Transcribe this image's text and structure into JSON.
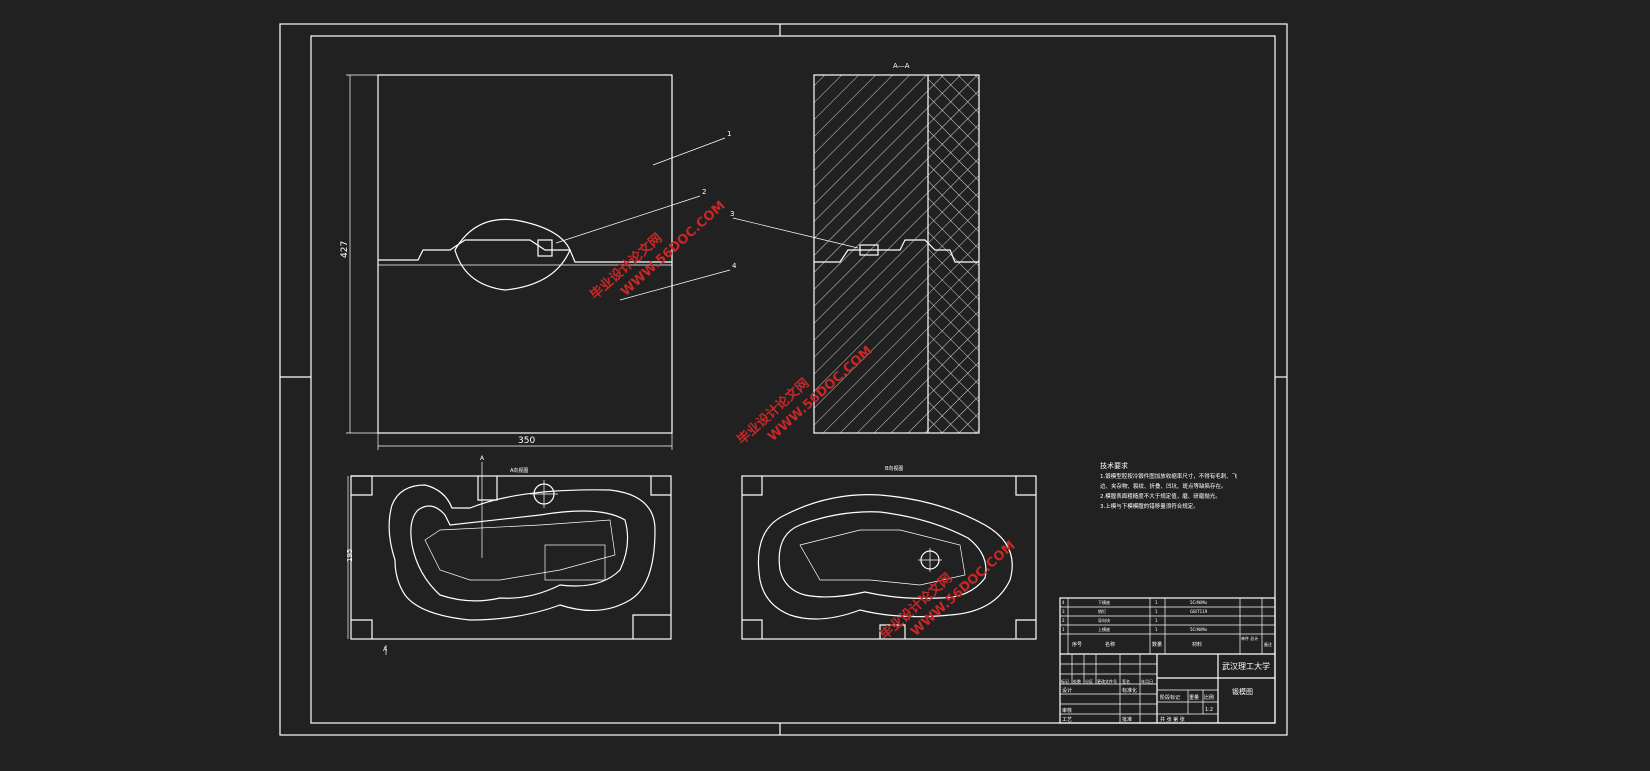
{
  "colors": {
    "background": "#212121",
    "lines": "#ffffff",
    "watermark": "#c62828"
  },
  "drawing": {
    "section_label": "A—A",
    "dim_height_top": "427",
    "dim_width_top": "350",
    "dim_height_bottom": "195",
    "view_label_left": "A向视图",
    "view_label_right": "B向视图",
    "marker_a": "A",
    "leader_1": "1",
    "leader_2": "2",
    "leader_3": "3",
    "leader_4": "4",
    "leader_s1": "1",
    "leader_s3": "3"
  },
  "notes": {
    "title": "技术要求",
    "lines": [
      "1.锻模型腔按冷锻件图加放收缩率尺寸，不得有毛刺、飞",
      "边、夹杂物、裂纹、折叠、凹坑、斑点等缺陷存在。",
      "2.模膛表面粗糙度不大于规定值，磨、研磨抛光。",
      "3.上模与下模模膛的错移量须符合规定。"
    ]
  },
  "title_block": {
    "parts": [
      {
        "no": "4",
        "name": "下模座",
        "qty": "1",
        "material": "5CrNiMo",
        "note": ""
      },
      {
        "no": "3",
        "name": "销钉",
        "qty": "1",
        "material": "GB/T119",
        "note": ""
      },
      {
        "no": "2",
        "name": "导向块",
        "qty": "1",
        "material": "",
        "note": ""
      },
      {
        "no": "1",
        "name": "上模座",
        "qty": "1",
        "material": "5CrNiMo",
        "note": ""
      }
    ],
    "header": {
      "no": "序号",
      "name": "名称",
      "qty": "数量",
      "material": "材料",
      "weight": "单件 总计",
      "note": "备注"
    },
    "school": "武汉理工大学",
    "drawing_name": "锻模图",
    "stage_label": "阶段标记",
    "weight_label": "重量",
    "scale_label": "比例",
    "scale_value": "1:2",
    "sheet": "共 张 第 张",
    "designer": "设计",
    "checker": "审核",
    "process": "工艺",
    "standard": "标准化",
    "approve": "批准",
    "rev_headers": [
      "标记",
      "处数",
      "分区",
      "更改文件号",
      "签名",
      "年月日"
    ]
  },
  "watermarks": [
    {
      "line1": "毕业设计论文网",
      "line2": "WWW.56DOC.COM"
    },
    {
      "line1": "毕业设计论文网",
      "line2": "WWW.56DOC.COM"
    },
    {
      "line1": "毕业设计论文网",
      "line2": "WWW.56DOC.COM"
    }
  ]
}
